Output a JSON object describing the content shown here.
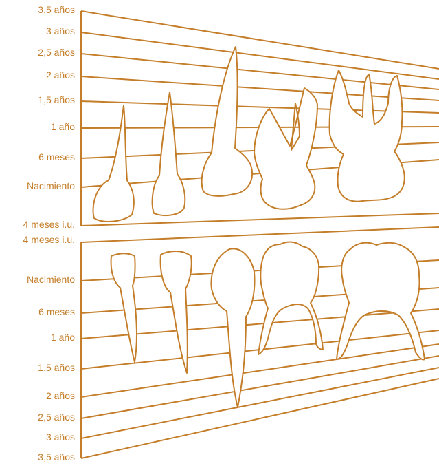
{
  "colors": {
    "line": "#c47d28",
    "label": "#c47d28",
    "background": "#ffffff",
    "tooth_fill": "#ffffff"
  },
  "upper_panel": {
    "labels": [
      "3,5 años",
      "3 años",
      "2,5 años",
      "2 años",
      "1,5 años",
      "1 año",
      "6 meses",
      "Nacimiento",
      "4 meses i.u."
    ]
  },
  "lower_panel": {
    "labels": [
      "4 meses i.u.",
      "Nacimiento",
      "6 meses",
      "1 año",
      "1,5 años",
      "2 años",
      "2,5 años",
      "3 años",
      "3,5 años"
    ]
  }
}
